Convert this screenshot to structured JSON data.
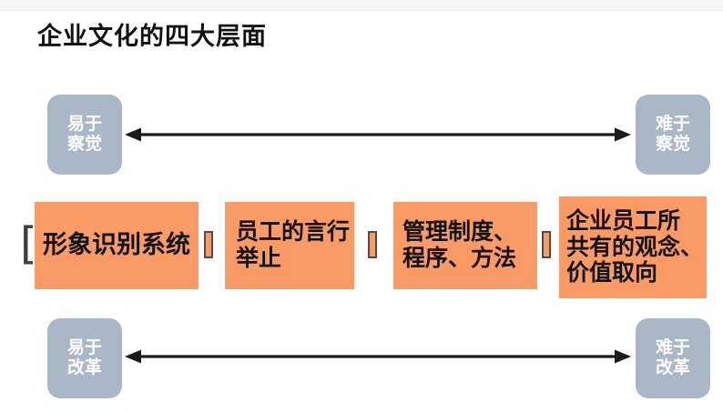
{
  "title": "企业文化的四大层面",
  "colors": {
    "layer_orange": "#FA9A64",
    "endpoint_gray_blue": "#A9B7C6",
    "arrow_black": "#1A1A1A",
    "top_strip_gray": "#F5F6F8",
    "text_black": "#111111",
    "endpoint_text_white": "#FFFFFF"
  },
  "axes": {
    "top": {
      "left_label": "易于\n察觉",
      "right_label": "难于\n察觉"
    },
    "bottom": {
      "left_label": "易于\n改革",
      "right_label": "难于\n改革"
    }
  },
  "layers": [
    {
      "label": "形象识别系统"
    },
    {
      "label": "员工的言行\n举止"
    },
    {
      "label": "管理制度、\n程序、方法"
    },
    {
      "label": "企业员工所\n共有的观念、\n价值取向"
    }
  ],
  "left_bracket_glyph": "["
}
